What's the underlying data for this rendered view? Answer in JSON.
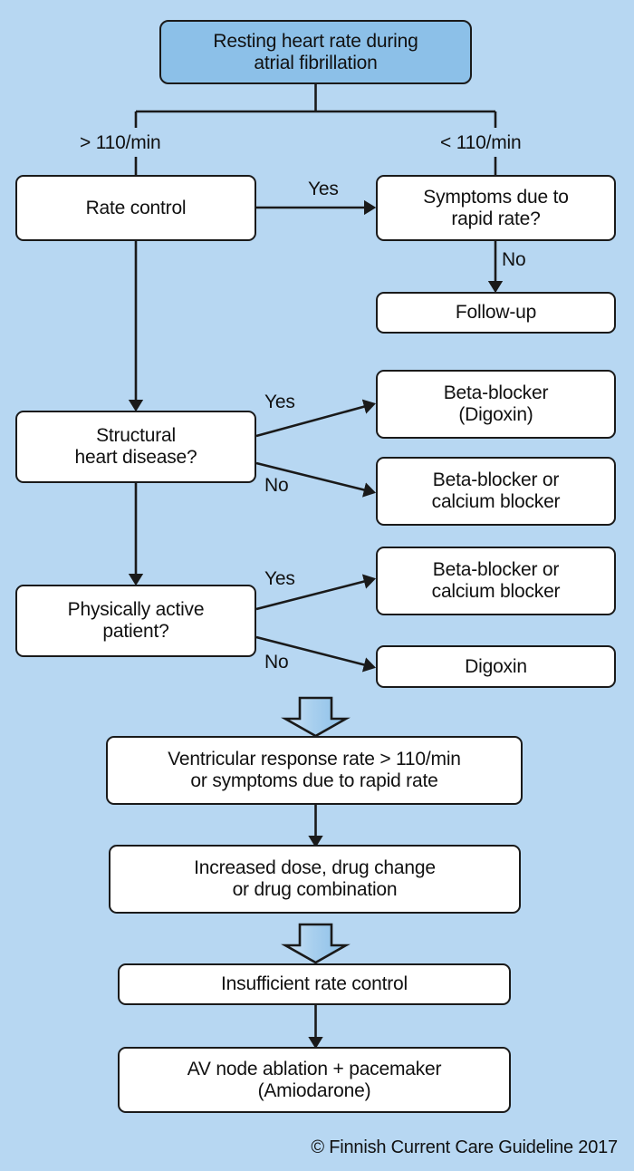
{
  "background_color": "#b7d7f2",
  "title_box_color": "#8cc0e8",
  "line_color": "#1a1a1a",
  "box_fill": "#ffffff",
  "diagram": {
    "type": "flowchart",
    "title": "Resting heart rate during atrial fibrillation",
    "nodes": {
      "title": "Resting heart rate during\natrial fibrillation",
      "title_line1": "Resting heart rate during",
      "title_line2": "atrial fibrillation",
      "rate_control": "Rate control",
      "symptoms": "Symptoms due to\nrapid rate?",
      "symptoms_line1": "Symptoms due to",
      "symptoms_line2": "rapid rate?",
      "follow_up": "Follow-up",
      "structural": "Structural\nheart disease?",
      "structural_line1": "Structural",
      "structural_line2": "heart disease?",
      "beta_digoxin_line1": "Beta-blocker",
      "beta_digoxin_line2": "(Digoxin)",
      "beta_calcium1_line1": "Beta-blocker or",
      "beta_calcium1_line2": "calcium blocker",
      "physically_active_line1": "Physically active",
      "physically_active_line2": "patient?",
      "beta_calcium2_line1": "Beta-blocker or",
      "beta_calcium2_line2": "calcium blocker",
      "digoxin": "Digoxin",
      "ventricular_line1": "Ventricular response rate > 110/min",
      "ventricular_line2": "or symptoms due to rapid rate",
      "increased_dose_line1": "Increased dose, drug change",
      "increased_dose_line2": "or drug combination",
      "insufficient": "Insufficient rate control",
      "av_node_line1": "AV node ablation + pacemaker",
      "av_node_line2": "(Amiodarone)"
    },
    "edge_labels": {
      "gt_110": "> 110/min",
      "lt_110": "< 110/min",
      "yes_rate_control": "Yes",
      "no_symptoms": "No",
      "yes_structural": "Yes",
      "no_structural": "No",
      "yes_physical": "Yes",
      "no_physical": "No"
    }
  },
  "footer": {
    "copyright": "© Finnish Current Care Guideline 2017"
  }
}
